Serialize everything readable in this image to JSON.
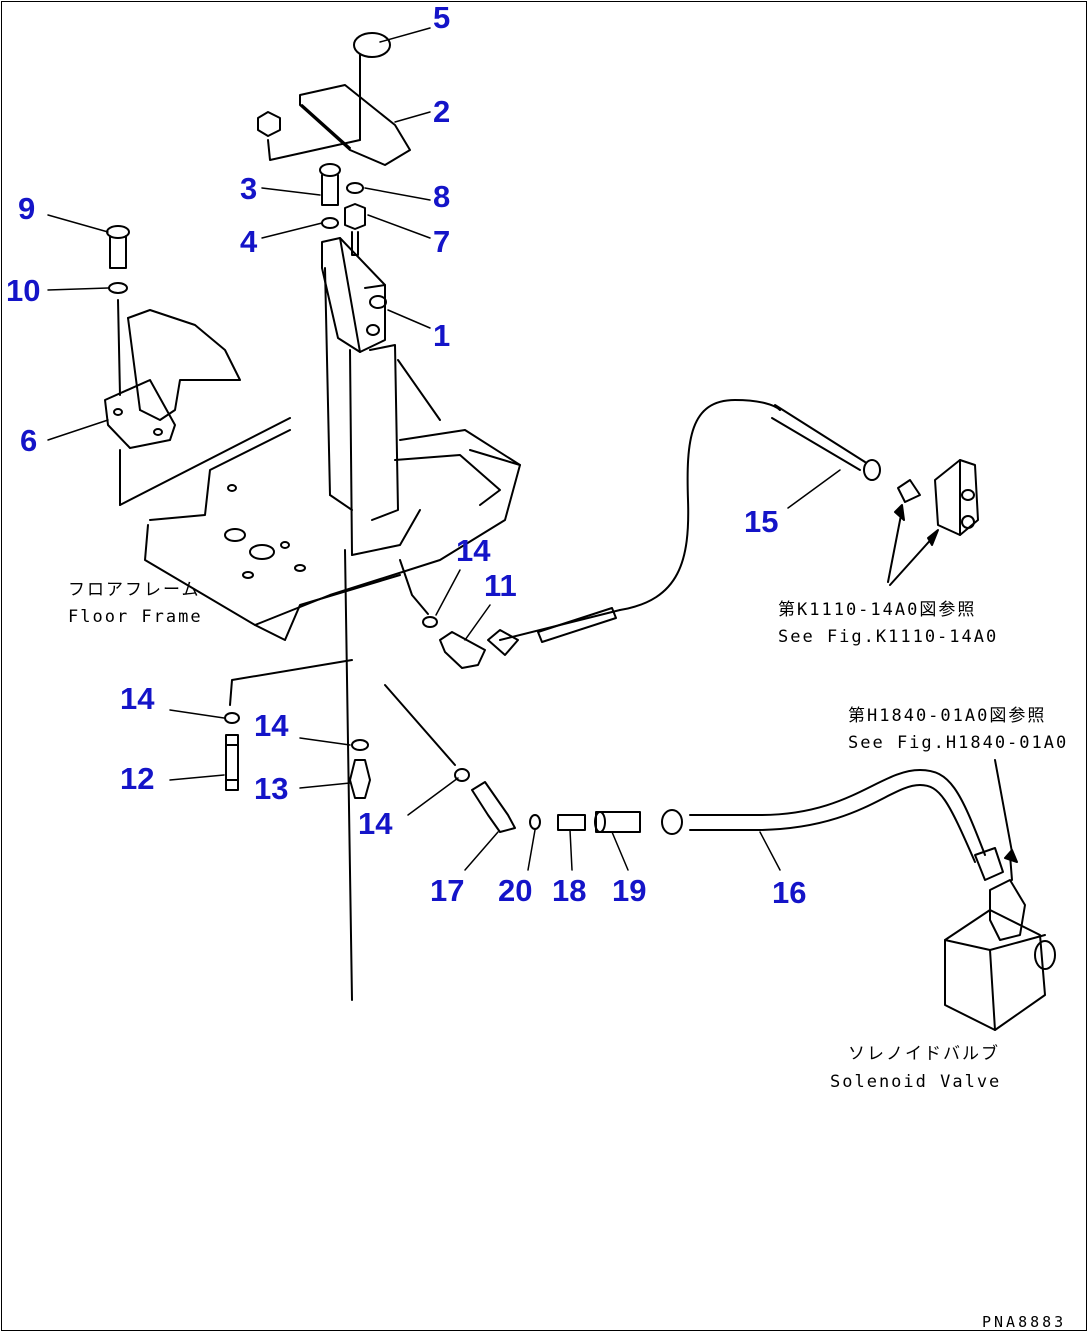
{
  "callouts": {
    "c1": "1",
    "c2": "2",
    "c3": "3",
    "c4": "4",
    "c5": "5",
    "c6": "6",
    "c7": "7",
    "c8": "8",
    "c9": "9",
    "c10": "10",
    "c11": "11",
    "c12": "12",
    "c13": "13",
    "c14": "14",
    "c15": "15",
    "c16": "16",
    "c17": "17",
    "c18": "18",
    "c19": "19",
    "c20": "20"
  },
  "notes": {
    "floor_jp": "フロアフレーム",
    "floor_en": "Floor Frame",
    "ref1_jp": "第K1110-14A0図参照",
    "ref1_en": "See Fig.K1110-14A0",
    "ref2_jp": "第H1840-01A0図参照",
    "ref2_en": "See Fig.H1840-01A0",
    "solenoid_jp": "ソレノイドバルブ",
    "solenoid_en": "Solenoid Valve"
  },
  "page_code": "PNA8883",
  "colors": {
    "callout": "#1414c8",
    "line": "#000000"
  }
}
